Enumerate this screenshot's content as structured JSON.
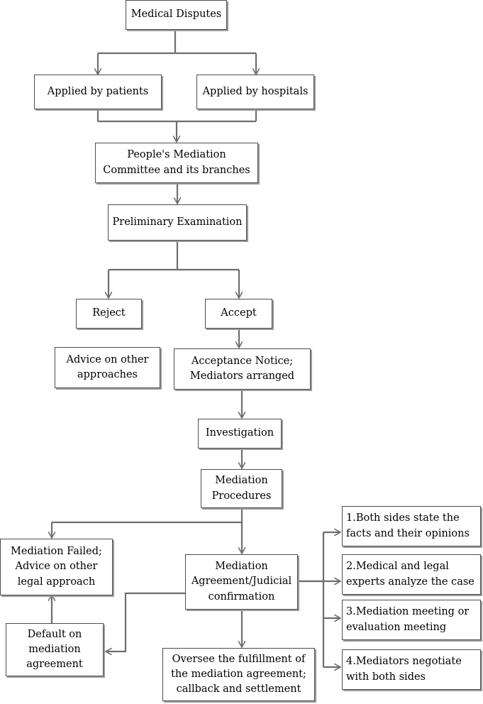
{
  "nodes": {
    "medical_disputes": "Medical Disputes",
    "applied_by_patients": "Applied by patients",
    "applied_by_hospitals": "Applied by hospitals",
    "mediation_committee": "People's Mediation\nCommittee and its branches",
    "preliminary_examination": "Preliminary Examination",
    "reject": "Reject",
    "accept": "Accept",
    "advice_other_approaches": "Advice on other\napproaches",
    "acceptance_notice": "Acceptance Notice;\nMediators arranged",
    "investigation": "Investigation",
    "mediation_procedures": "Mediation\nProcedures",
    "mediation_failed": "Mediation Failed;\nAdvice on other\nlegal approach",
    "mediation_agreement": "Mediation\nAgreement/Judicial\nconfirmation",
    "default_on_agreement": "Default on\nmediation\nagreement",
    "oversee_fulfillment": "Oversee the fulfillment of\nthe mediation agreement;\ncallback and settlement",
    "step_1": "1.Both sides state the\nfacts and their opinions",
    "step_2": "2.Medical and legal\nexperts analyze the case",
    "step_3": "3.Mediation meeting or\nevaluation meeting",
    "step_4": "4.Mediators negotiate\nwith both sides"
  },
  "colors": {
    "border": "#4d4d4d",
    "shadow": "#9a9a9a",
    "arrow": "#6e6e6e"
  }
}
